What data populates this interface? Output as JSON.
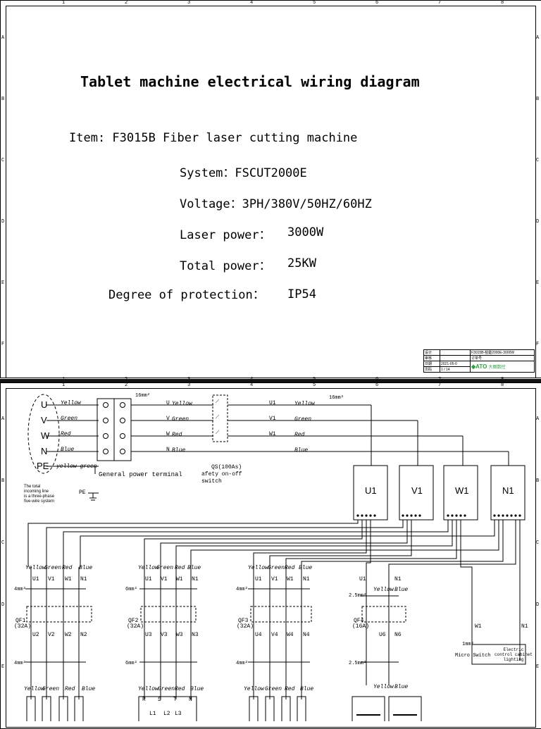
{
  "sheet1": {
    "col_numbers": [
      "1",
      "2",
      "3",
      "4",
      "5",
      "6",
      "7",
      "8"
    ],
    "row_letters": [
      "A",
      "B",
      "C",
      "D",
      "E",
      "F"
    ],
    "title": "Tablet machine electrical wiring diagram",
    "item": "Item: F3015B Fiber laser cutting machine",
    "system": "System：FSCUT2000E",
    "voltage": "Voltage：3PH/380V/50HZ/60HZ",
    "laser_label": "Laser power：",
    "laser_value": "3000W",
    "total_label": "Total power：",
    "total_value": "25KW",
    "protection_label": "Degree of protection：",
    "protection_value": "IP54",
    "title_block": {
      "r1c1": "设计",
      "r1c3": "F3015B-柏楚2000E-3000W",
      "r2c1": "审核",
      "r2c3": "订单号",
      "r3c1": "日期",
      "r3c2": "2021-05-0",
      "r4c1": "页码",
      "r4c2": "1 / 14",
      "brand": "ATO",
      "brand_cn": "大图数控",
      "brand_color": "#2e9e3e"
    }
  },
  "sheet2": {
    "incoming": {
      "phases": [
        "U",
        "V",
        "W",
        "N",
        "PE"
      ],
      "colors": [
        "Yellow",
        "Green",
        "Red",
        "Blue",
        "yellow green"
      ],
      "note": [
        "The total",
        "incoming line",
        "is a three-phase",
        "five-wire system"
      ],
      "pe_label": "PE"
    },
    "terminal_label": "General power terminal",
    "cable_16": "16mm²",
    "after_terminal": [
      {
        "phase": "U",
        "color": "Yellow"
      },
      {
        "phase": "V",
        "color": "Green"
      },
      {
        "phase": "W",
        "color": "Red"
      },
      {
        "phase": "N",
        "color": "Blue"
      }
    ],
    "switch_label": [
      "QS(100As)",
      "afety on-off",
      "switch"
    ],
    "after_switch": [
      {
        "phase": "U1",
        "color": "Yellow"
      },
      {
        "phase": "V1",
        "color": "Green"
      },
      {
        "phase": "W1",
        "color": "Red"
      },
      {
        "phase": "",
        "color": "Blue"
      }
    ],
    "bus_labels": [
      "U1",
      "V1",
      "W1",
      "N1"
    ],
    "breakers": [
      {
        "name": "QF1",
        "rating": "(32A)",
        "colors": [
          "Yellow",
          "Green",
          "Red",
          "Blue"
        ],
        "in": [
          "U1",
          "V1",
          "W1",
          "N1"
        ],
        "out": [
          "U2",
          "V2",
          "W2",
          "N2"
        ],
        "cable": "4mm²",
        "bottom_colors": [
          "Yellow",
          "Green",
          "Red",
          "Blue"
        ],
        "bottom_labels": []
      },
      {
        "name": "QF2",
        "rating": "(32A)",
        "colors": [
          "Yellow",
          "Green",
          "Red",
          "Blue"
        ],
        "in": [
          "U1",
          "V1",
          "W1",
          "N1"
        ],
        "out": [
          "U3",
          "V3",
          "W3",
          "N3"
        ],
        "cable": "6mm²",
        "bottom_colors": [
          "Yellow",
          "Green",
          "Red",
          "Blue"
        ],
        "bottom_labels": [
          "R",
          "S",
          "T",
          "N"
        ],
        "bottom_sub": [
          "L1",
          "L2",
          "L3"
        ]
      },
      {
        "name": "QF3",
        "rating": "(32A)",
        "colors": [
          "Yellow",
          "Green",
          "Red",
          "Blue"
        ],
        "in": [
          "U1",
          "V1",
          "W1",
          "N1"
        ],
        "out": [
          "U4",
          "V4",
          "W4",
          "N4"
        ],
        "cable": "4mm²",
        "bottom_colors": [
          "Yellow",
          "Green",
          "Red",
          "Blue"
        ],
        "bottom_labels": []
      },
      {
        "name": "QF4",
        "rating": "(16A)",
        "colors": [
          "Yellow",
          "Blue"
        ],
        "in": [
          "U1",
          "N1"
        ],
        "out": [
          "U6",
          "N6"
        ],
        "cable": "2.5mm²",
        "bottom_colors": [
          "Yellow",
          "Blue"
        ],
        "bottom_labels": []
      }
    ],
    "lighting": {
      "w_label": "W1",
      "n_label": "N1",
      "cable": "1mm²",
      "switch_label": "Micro Switch",
      "desc": [
        "Electric",
        "control cabinet",
        "lighting"
      ]
    }
  }
}
